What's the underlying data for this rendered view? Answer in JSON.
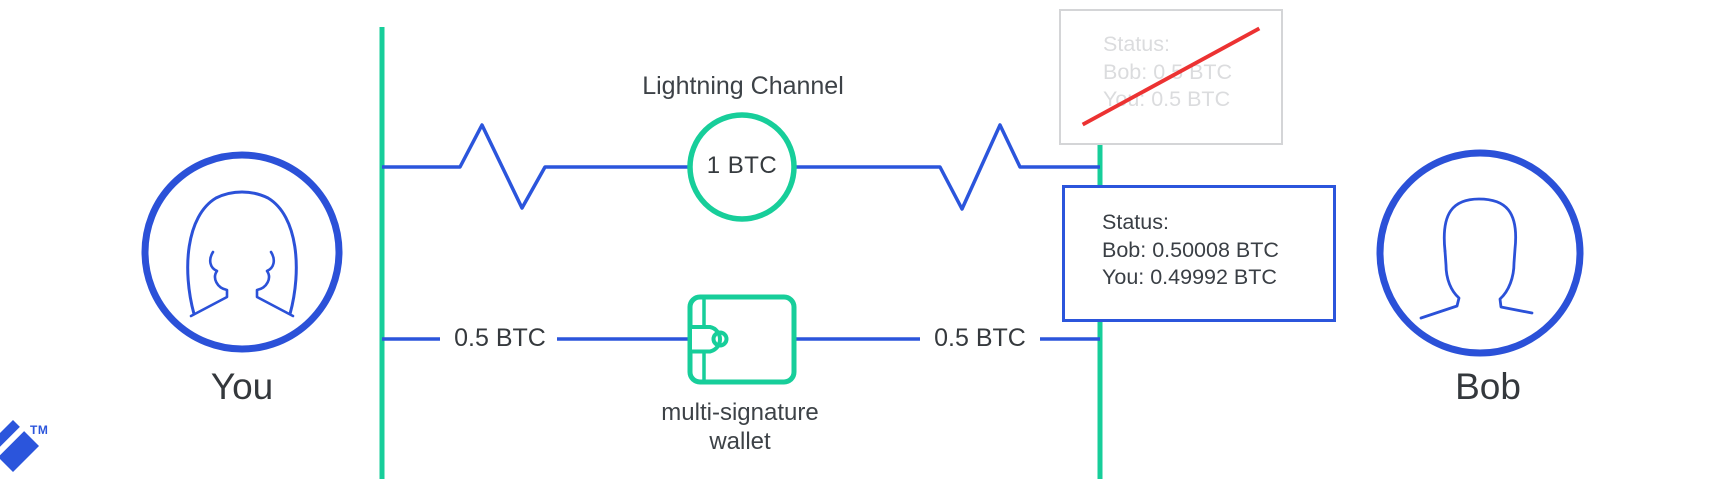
{
  "diagram_title": "Lightning Channel",
  "colors": {
    "line_blue": "#2B55DC",
    "green": "#17CE9A",
    "red_strike": "#EC3232",
    "dark_text": "#3A3F45",
    "muted_gray_text": "#DBDCDE",
    "muted_gray_border": "#D4D5D7"
  },
  "actors": {
    "left": {
      "label": "You"
    },
    "right": {
      "label": "Bob"
    }
  },
  "channel": {
    "title": "Lightning Channel",
    "capacity": "1 BTC"
  },
  "funding": {
    "left_amount": "0.5 BTC",
    "right_amount": "0.5 BTC",
    "wallet_label_line1": "multi-signature",
    "wallet_label_line2": "wallet"
  },
  "old_status": {
    "line1": "Status:",
    "line2": "Bob: 0.5 BTC",
    "line3": "You: 0.5 BTC",
    "crossed_out": true
  },
  "new_status": {
    "line1": "Status:",
    "line2": "Bob: 0.50008 BTC",
    "line3": "You: 0.49992 BTC"
  },
  "logo": {
    "trademark": "TM"
  }
}
